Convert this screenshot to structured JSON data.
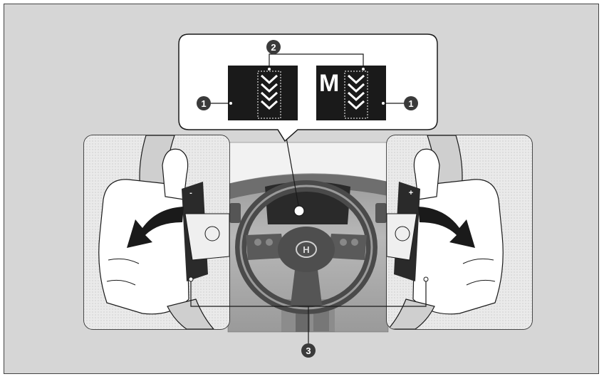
{
  "callouts": {
    "one_left": "1",
    "one_right": "1",
    "two": "2",
    "three": "3"
  },
  "display": {
    "mode_letter": "M"
  },
  "paddles": {
    "minus_label": "-",
    "plus_label": "+"
  },
  "colors": {
    "background": "#d6d6d6",
    "display_panel": "#1a1a1a",
    "callout_fill": "#3a3a3a",
    "hand_fill": "#d9d9d9",
    "arrow_fill": "#1a1a1a"
  }
}
